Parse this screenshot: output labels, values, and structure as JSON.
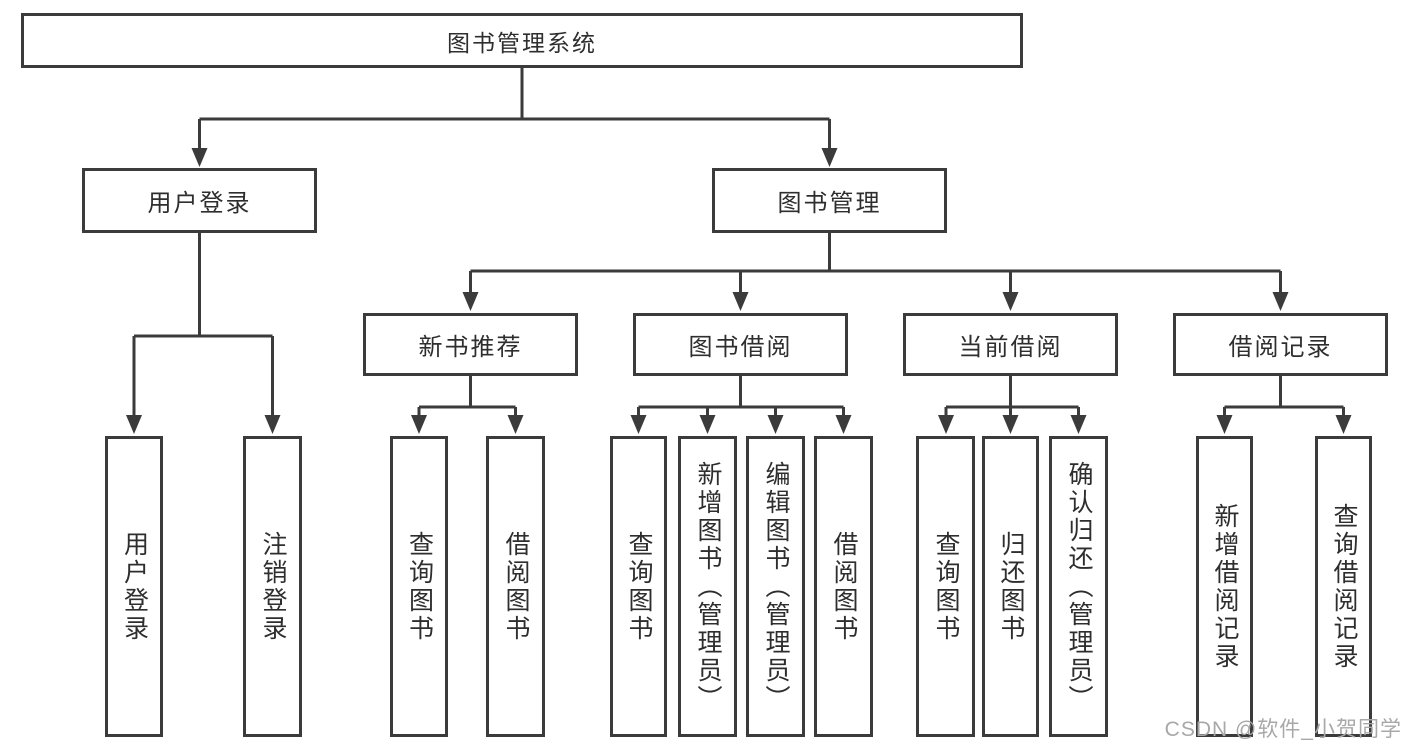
{
  "diagram": {
    "type": "hierarchy-org-chart",
    "root": {
      "label": "图书管理系统"
    },
    "branches": [
      {
        "label": "用户登录",
        "children": [
          {
            "label": "用户登录"
          },
          {
            "label": "注销登录"
          }
        ]
      },
      {
        "label": "图书管理",
        "children": [
          {
            "label": "新书推荐",
            "children": [
              {
                "label": "查询图书"
              },
              {
                "label": "借阅图书"
              }
            ]
          },
          {
            "label": "图书借阅",
            "children": [
              {
                "label": "查询图书"
              },
              {
                "label": "新增图书（管理员）"
              },
              {
                "label": "编辑图书（管理员）"
              },
              {
                "label": "借阅图书"
              }
            ]
          },
          {
            "label": "当前借阅",
            "children": [
              {
                "label": "查询图书"
              },
              {
                "label": "归还图书"
              },
              {
                "label": "确认归还（管理员）"
              }
            ]
          },
          {
            "label": "借阅记录",
            "children": [
              {
                "label": "新增借阅记录"
              },
              {
                "label": "查询借阅记录"
              }
            ]
          }
        ]
      }
    ],
    "watermark": "CSDN @软件_小贺同学",
    "colors": {
      "line": "#3b3b3b",
      "text": "#2e2e2e",
      "box-bg": "#ffffff",
      "watermark": "#a8a8a8",
      "canvas-bg": "#ffffff"
    }
  }
}
